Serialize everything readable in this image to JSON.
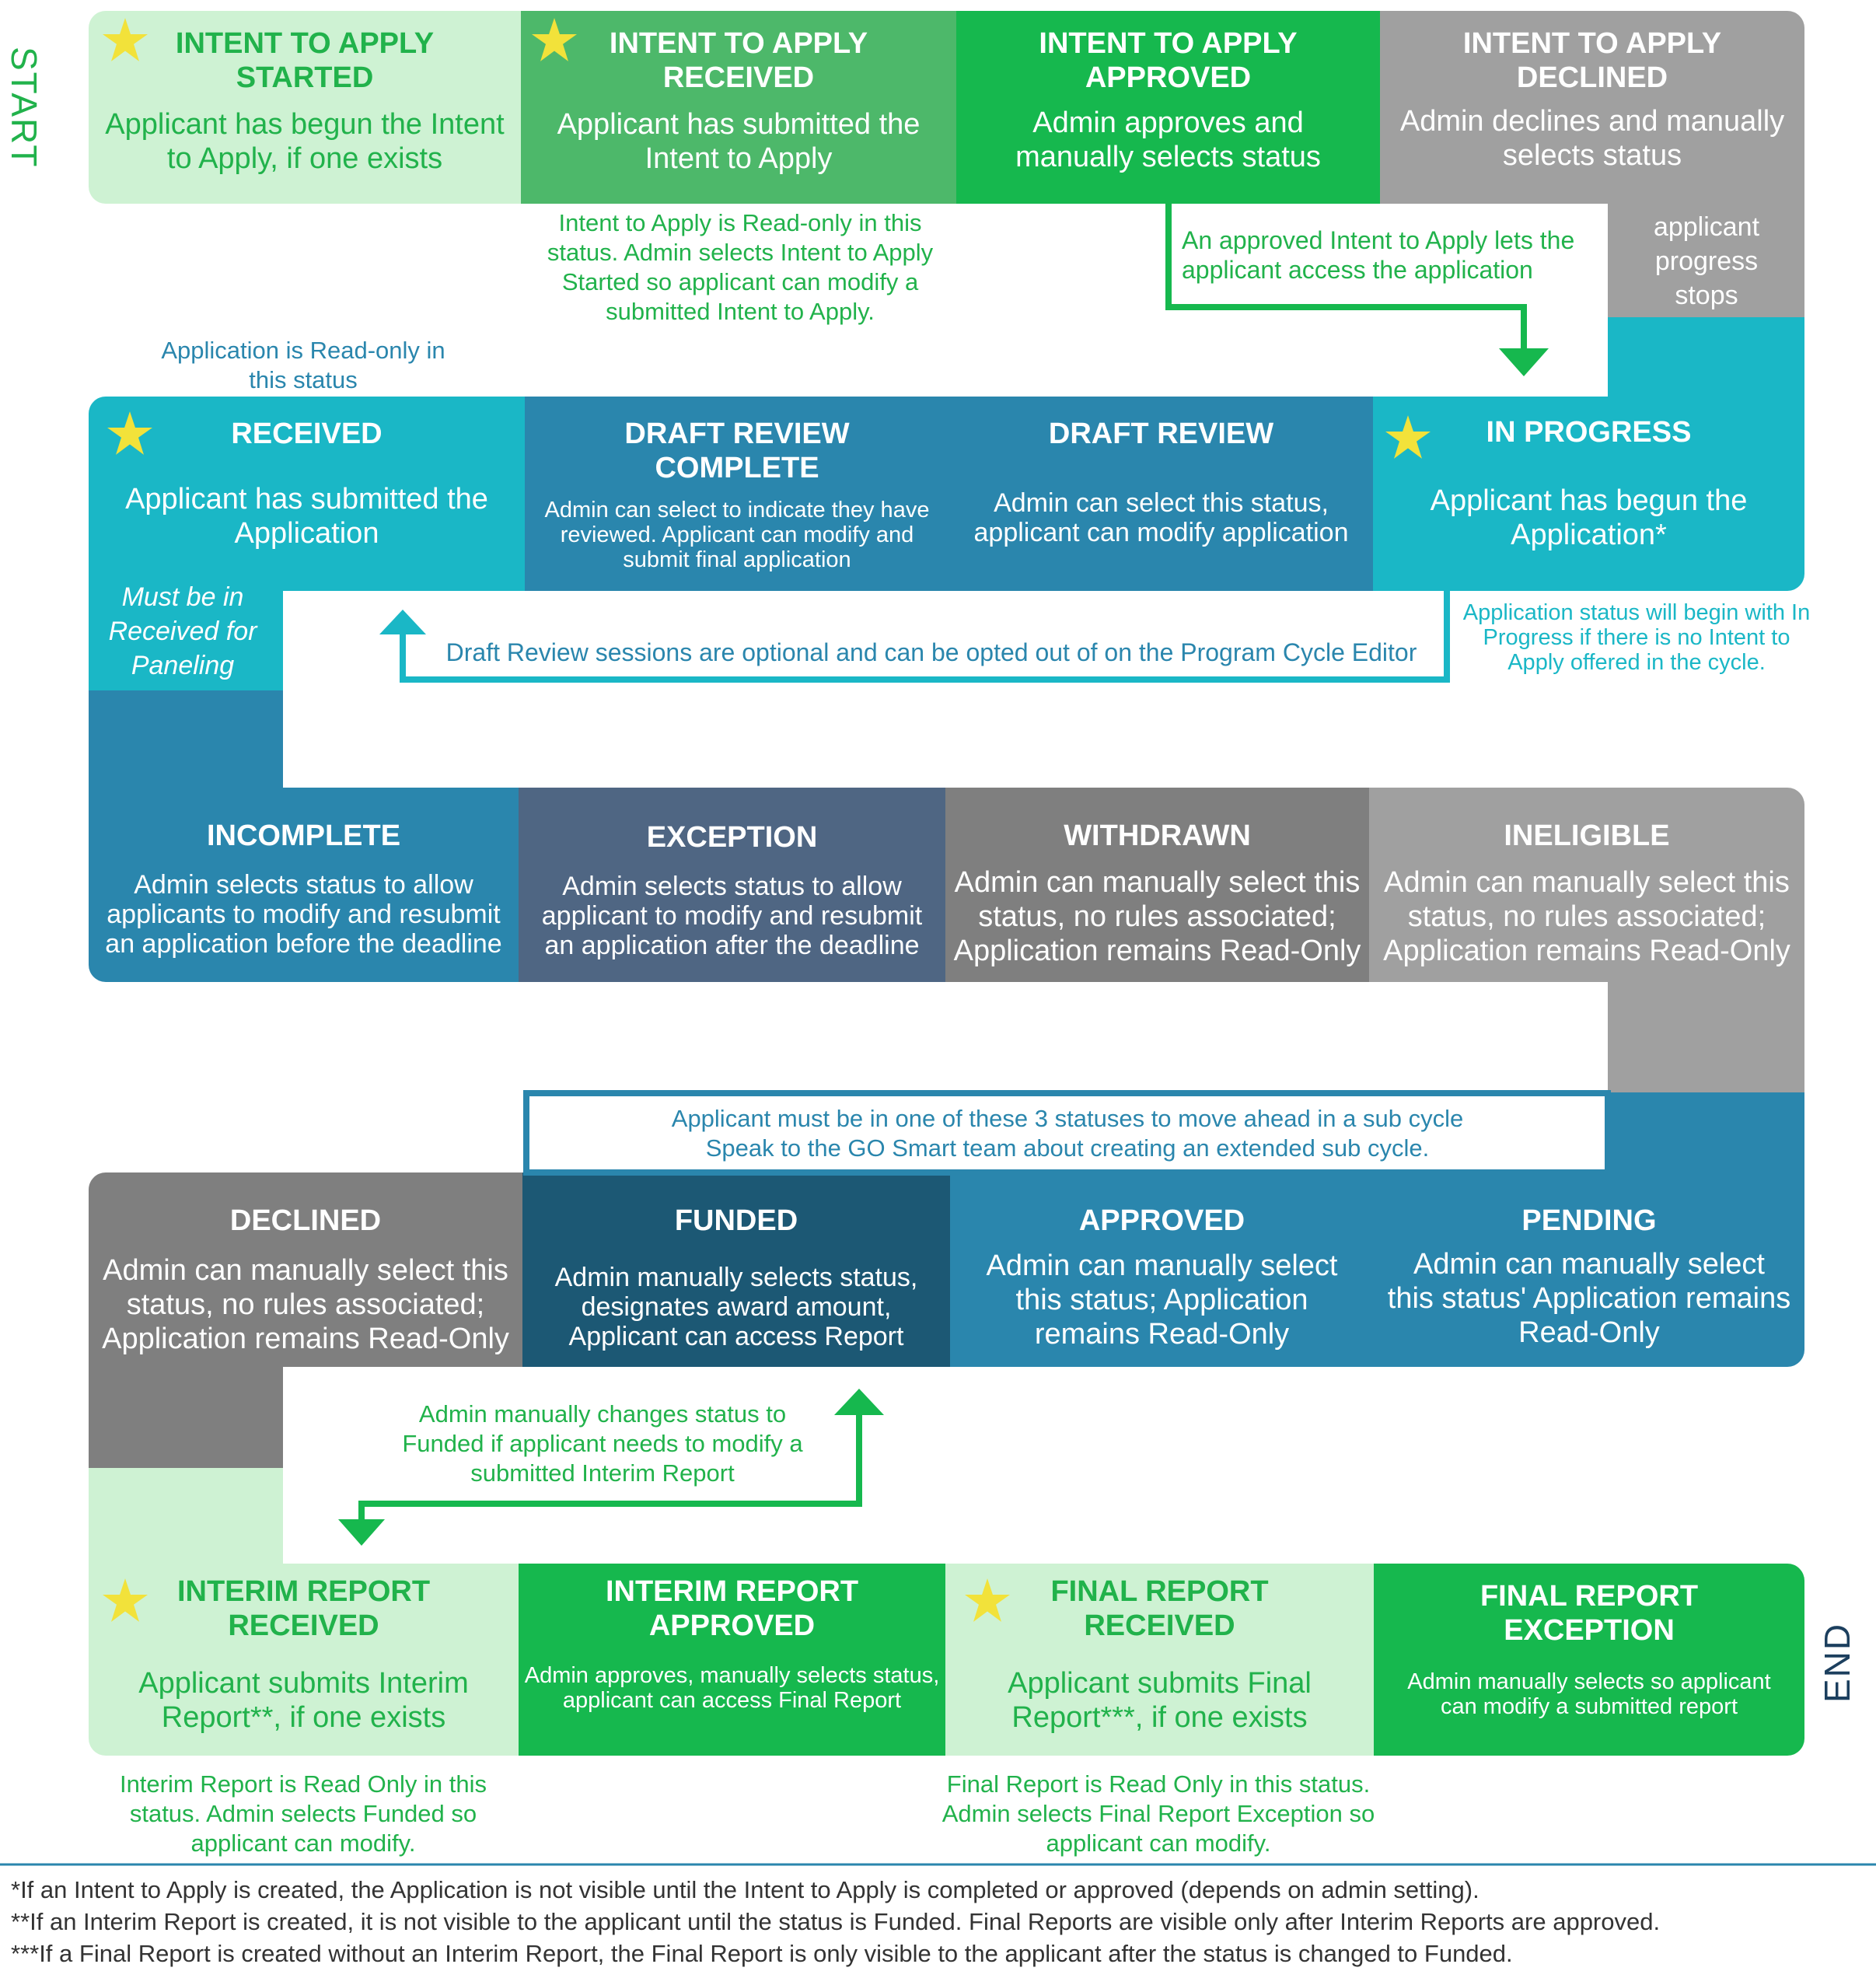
{
  "side_labels": {
    "start": "START",
    "end": "END"
  },
  "colors": {
    "light_green": "#cef2d3",
    "mid_green": "#4db86a",
    "green": "#16b84e",
    "gray": "#a0a0a0",
    "cyan": "#1ab7c6",
    "blue": "#2a86ad",
    "slate": "#4f6683",
    "dark_gray": "#7f7f7f",
    "dark_teal": "#1c5874",
    "text_green": "#21b24b",
    "text_blue": "#2a86ad",
    "star": "#f2e23a"
  },
  "row1": [
    {
      "title": "INTENT TO APPLY STARTED",
      "desc": "Applicant has begun the Intent to Apply, if one exists",
      "star": true
    },
    {
      "title": "INTENT TO APPLY RECEIVED",
      "desc": "Applicant has submitted the Intent to Apply",
      "star": true
    },
    {
      "title": "INTENT TO APPLY APPROVED",
      "desc": "Admin approves and manually selects status",
      "star": false
    },
    {
      "title": "INTENT TO APPLY DECLINED",
      "desc": "Admin declines and manually selects status",
      "star": false
    }
  ],
  "row2": [
    {
      "title": "RECEIVED",
      "desc": "Applicant has submitted the Application",
      "star": true
    },
    {
      "title": "DRAFT REVIEW COMPLETE",
      "desc": "Admin can select to indicate they have reviewed. Applicant can modify and submit final application",
      "star": false
    },
    {
      "title": "DRAFT REVIEW",
      "desc": "Admin can select this status, applicant can modify application",
      "star": false
    },
    {
      "title": "IN PROGRESS",
      "desc": "Applicant has begun the Application*",
      "star": true
    }
  ],
  "row3": [
    {
      "title": "INCOMPLETE",
      "desc": "Admin selects status to allow applicants to modify and resubmit an application before the deadline"
    },
    {
      "title": "EXCEPTION",
      "desc": "Admin selects status to allow applicant to modify and resubmit an application after the deadline"
    },
    {
      "title": "WITHDRAWN",
      "desc": "Admin can manually select this status, no rules associated; Application remains Read-Only"
    },
    {
      "title": "INELIGIBLE",
      "desc": "Admin can manually select this status, no rules associated; Application remains Read-Only"
    }
  ],
  "row4": [
    {
      "title": "DECLINED",
      "desc": "Admin can manually select this status, no rules associated; Application remains Read-Only"
    },
    {
      "title": "FUNDED",
      "desc": "Admin manually selects status, designates award amount, Applicant can access Report"
    },
    {
      "title": "APPROVED",
      "desc": "Admin can manually select this status; Application remains Read-Only"
    },
    {
      "title": "PENDING",
      "desc": "Admin can manually select this status' Application remains Read-Only"
    }
  ],
  "row5": [
    {
      "title": "INTERIM REPORT RECEIVED",
      "desc": "Applicant submits Interim Report**, if one exists",
      "star": true
    },
    {
      "title": "INTERIM REPORT APPROVED",
      "desc": "Admin approves, manually selects status, applicant can access Final Report",
      "star": false
    },
    {
      "title": "FINAL REPORT RECEIVED",
      "desc": "Applicant submits Final Report***, if one exists",
      "star": true
    },
    {
      "title": "FINAL REPORT EXCEPTION",
      "desc": "Admin manually selects so applicant can modify a submitted report",
      "star": false
    }
  ],
  "notes": {
    "ita_readonly": "Intent to Apply is Read-only in this status. Admin selects Intent to Apply Started so applicant can modify a submitted Intent to Apply.",
    "ita_approved_access": "An approved Intent to Apply lets the applicant access the application",
    "progress_stops": "applicant progress stops",
    "app_readonly": "Application is Read-only in this status",
    "must_be_received": "Must be in Received for Paneling",
    "draft_optional": "Draft Review sessions are optional and can be opted out of on the Program Cycle Editor",
    "in_progress_begin": "Application status will begin with In Progress if there is no Intent to Apply offered in the cycle.",
    "sub_cycle_1": "Applicant must be in one of these 3 statuses to move ahead in a sub cycle",
    "sub_cycle_2": "Speak to the GO Smart team about creating an extended sub cycle.",
    "funded_change": "Admin manually changes status to Funded if applicant needs to modify a submitted Interim Report",
    "interim_readonly": "Interim Report is Read Only in this status. Admin selects Funded so applicant can modify.",
    "final_readonly": "Final Report is Read Only in this status. Admin selects Final Report Exception so applicant can modify."
  },
  "footnotes": [
    "*If an Intent to Apply is created, the Application is not visible until the Intent to Apply is completed or approved (depends on admin setting).",
    "**If an Interim Report is created, it is not visible to the applicant until the status is Funded.  Final Reports are visible only after Interim Reports are approved.",
    "***If a Final Report is created without an Interim Report, the Final Report is only visible to the applicant after the status is changed to Funded."
  ]
}
